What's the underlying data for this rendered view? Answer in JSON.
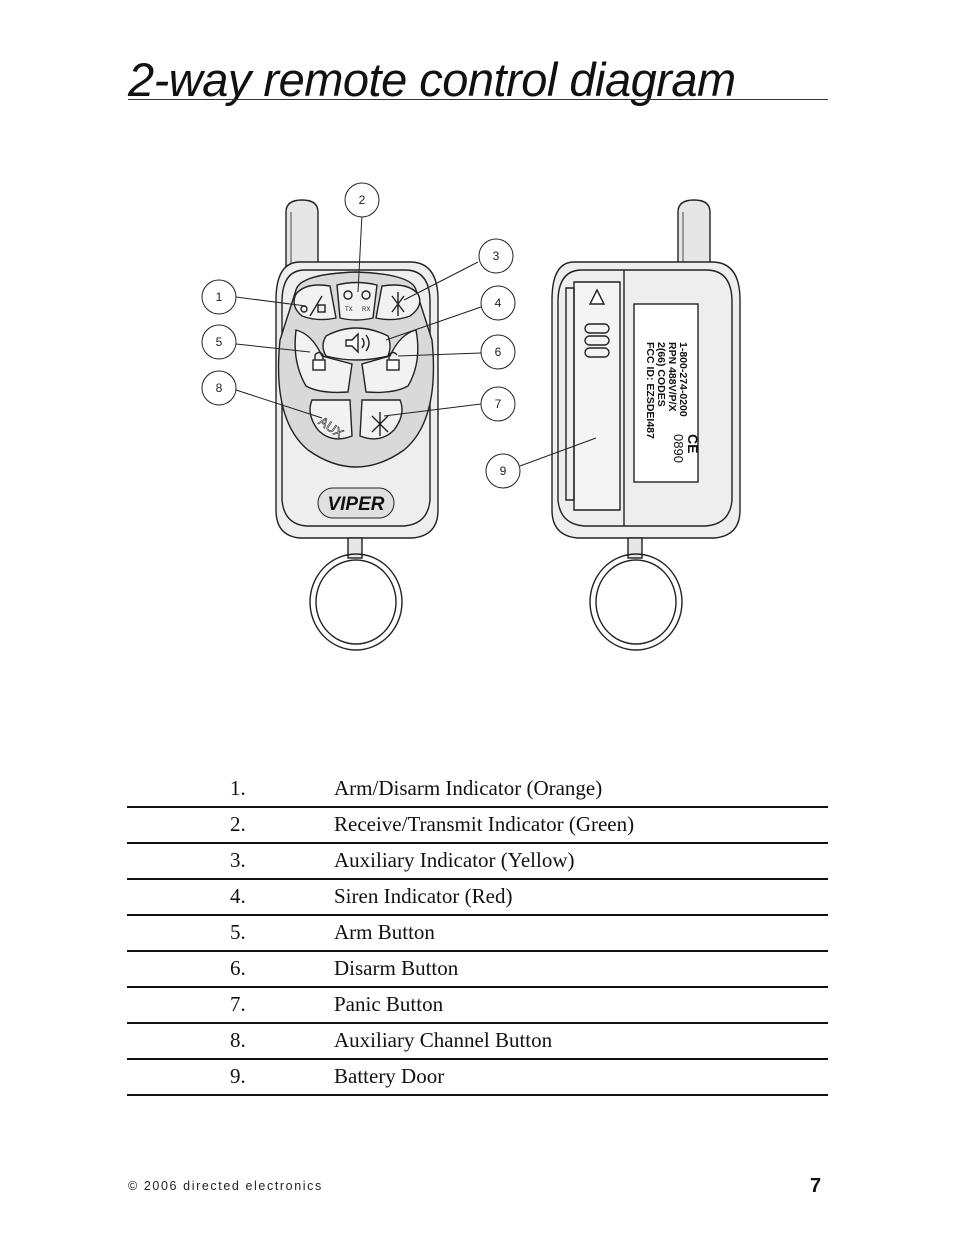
{
  "page": {
    "title": "2-way remote control diagram",
    "footer": "© 2006 directed electronics",
    "page_number": "7"
  },
  "diagram": {
    "callouts": [
      "1",
      "2",
      "3",
      "4",
      "5",
      "6",
      "7",
      "8",
      "9"
    ],
    "front": {
      "brand": "VIPER",
      "aux_label": "AUX",
      "tx_label": "TX",
      "rx_label": "RX"
    },
    "back": {
      "label_lines": [
        "1-800-274-0200",
        "RPN 488V/P/X",
        "2(66) CODES",
        "FCC ID: EZSDEI487"
      ],
      "cert_number": "0890",
      "ce_mark": "CE"
    }
  },
  "legend": [
    {
      "num": "1.",
      "text": "Arm/Disarm Indicator (Orange)"
    },
    {
      "num": "2.",
      "text": "Receive/Transmit Indicator (Green)"
    },
    {
      "num": "3.",
      "text": "Auxiliary Indicator (Yellow)"
    },
    {
      "num": "4.",
      "text": "Siren Indicator (Red)"
    },
    {
      "num": "5.",
      "text": "Arm Button"
    },
    {
      "num": "6.",
      "text": "Disarm Button"
    },
    {
      "num": "7.",
      "text": "Panic Button"
    },
    {
      "num": "8.",
      "text": "Auxiliary Channel Button"
    },
    {
      "num": "9.",
      "text": "Battery Door"
    }
  ]
}
